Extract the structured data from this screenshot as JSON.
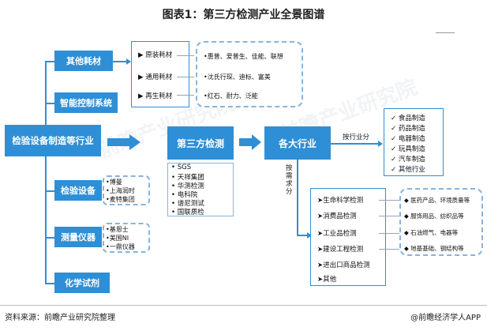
{
  "title": "图表1：第三方检测产业全景图谱",
  "left_column": {
    "root": "检验设备制造等行业",
    "items": [
      {
        "label": "其他耗材"
      },
      {
        "label": "智能控制系统"
      },
      {
        "label": "检验设备",
        "details": [
          "•博曼",
          "•上海润时",
          "•麦特集团"
        ]
      },
      {
        "label": "测量仪器",
        "details": [
          "•基恩士",
          "•美国NI",
          "•一鼎仪器"
        ]
      },
      {
        "label": "化学试剂"
      }
    ]
  },
  "consumables": {
    "types": [
      "原装耗材",
      "通用耗材",
      "再生耗材"
    ],
    "brands": [
      "•惠普、爱普生、佳能、联想",
      "•沈氏行琛、迪标、富美",
      "•红石、耐力、泛能"
    ]
  },
  "center": {
    "label": "第三方检测",
    "companies": [
      "• SGS",
      "• 天祥集团",
      "• 华测检测",
      "• 电科院",
      "• 谱尼测试",
      "• 国联质检"
    ]
  },
  "industries": {
    "label": "各大行业",
    "by_industry_label": "按行业分",
    "by_industry": [
      "食品制造",
      "药品制造",
      "电器制造",
      "玩具制造",
      "汽车制造",
      "其他行业"
    ],
    "by_demand_label": "按需求分",
    "by_demand": [
      "生命科学检测",
      "消费品检测",
      "工业品检测",
      "建设工程检测",
      "进出口商品检测",
      "其他"
    ],
    "demand_examples": [
      "◆ 医药产品、环境质量等",
      "◆ 服饰用品、纺织品等",
      "◆ 石油燃气、电器等",
      "◆ 地基基础、钢结构等"
    ]
  },
  "footer": {
    "source": "资料来源：前瞻产业研究院整理",
    "brand": "@前瞻经济学人APP"
  },
  "watermark": "前瞻产业研究院"
}
